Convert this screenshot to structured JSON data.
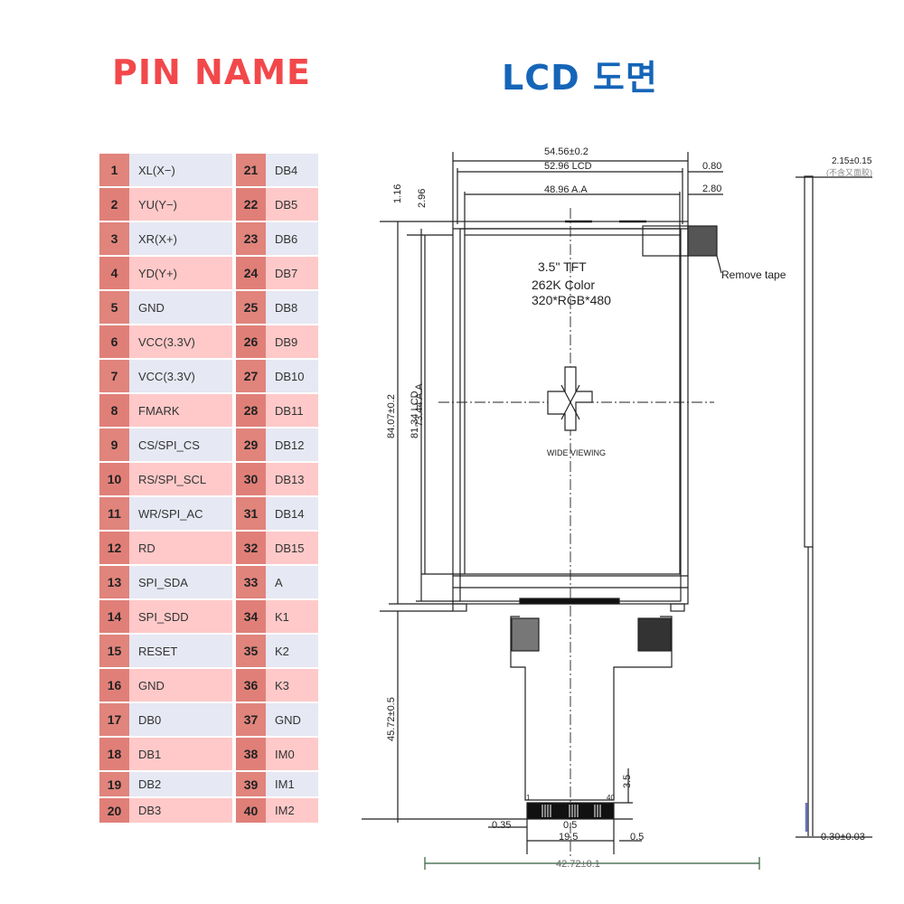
{
  "headers": {
    "pin_name": "PIN NAME",
    "lcd_drawing": "LCD 도면"
  },
  "pins": [
    {
      "left_num": "1",
      "left_name": "XL(X−)",
      "right_num": "21",
      "right_name": "DB4"
    },
    {
      "left_num": "2",
      "left_name": "YU(Y−)",
      "right_num": "22",
      "right_name": "DB5"
    },
    {
      "left_num": "3",
      "left_name": "XR(X+)",
      "right_num": "23",
      "right_name": "DB6"
    },
    {
      "left_num": "4",
      "left_name": "YD(Y+)",
      "right_num": "24",
      "right_name": "DB7"
    },
    {
      "left_num": "5",
      "left_name": "GND",
      "right_num": "25",
      "right_name": "DB8"
    },
    {
      "left_num": "6",
      "left_name": "VCC(3.3V)",
      "right_num": "26",
      "right_name": "DB9"
    },
    {
      "left_num": "7",
      "left_name": "VCC(3.3V)",
      "right_num": "27",
      "right_name": "DB10"
    },
    {
      "left_num": "8",
      "left_name": "FMARK",
      "right_num": "28",
      "right_name": "DB11"
    },
    {
      "left_num": "9",
      "left_name": "CS/SPI_CS",
      "right_num": "29",
      "right_name": "DB12"
    },
    {
      "left_num": "10",
      "left_name": "RS/SPI_SCL",
      "right_num": "30",
      "right_name": "DB13"
    },
    {
      "left_num": "11",
      "left_name": "WR/SPI_AC",
      "right_num": "31",
      "right_name": "DB14"
    },
    {
      "left_num": "12",
      "left_name": "RD",
      "right_num": "32",
      "right_name": "DB15"
    },
    {
      "left_num": "13",
      "left_name": "SPI_SDA",
      "right_num": "33",
      "right_name": "A"
    },
    {
      "left_num": "14",
      "left_name": "SPI_SDD",
      "right_num": "34",
      "right_name": "K1"
    },
    {
      "left_num": "15",
      "left_name": "RESET",
      "right_num": "35",
      "right_name": "K2"
    },
    {
      "left_num": "16",
      "left_name": "GND",
      "right_num": "36",
      "right_name": "K3"
    },
    {
      "left_num": "17",
      "left_name": "DB0",
      "right_num": "37",
      "right_name": "GND"
    },
    {
      "left_num": "18",
      "left_name": "DB1",
      "right_num": "38",
      "right_name": "IM0"
    },
    {
      "left_num": "19",
      "left_name": "DB2",
      "right_num": "39",
      "right_name": "IM1"
    },
    {
      "left_num": "20",
      "left_name": "DB3",
      "right_num": "40",
      "right_name": "IM2"
    }
  ],
  "drawing": {
    "dim_outline_width": "54.56±0.2",
    "dim_lcd_width": "52.96 LCD",
    "dim_aa_width": "48.96  A.A",
    "dim_right_080": "0.80",
    "dim_right_280": "2.80",
    "dim_top_116": "1.16",
    "dim_top_296": "2.96",
    "dim_outline_height": "84.07±0.2",
    "dim_lcd_height": "81.34 LCD",
    "dim_aa_height": "73.44  A.A",
    "dim_fpc_length": "45.72±0.5",
    "dim_thickness": "2.15±0.15",
    "dim_thickness_note": "(不含又面胶)",
    "dim_fpc_thickness": "0.30±0.03",
    "dim_035": "0.35",
    "dim_pitch": "0.5",
    "dim_pin_span": "19.5",
    "dim_end_05": "0.5",
    "dim_35": "3.5",
    "dim_bottom_total": "42.72±0.1",
    "pin_first": "1",
    "pin_last": "40",
    "panel_size": "3.5\"  TFT",
    "panel_color": "262K  Color",
    "panel_resolution": "320*RGB*480",
    "wide_viewing": "WIDE VIEWING",
    "remove_tape": "Remove tape"
  }
}
